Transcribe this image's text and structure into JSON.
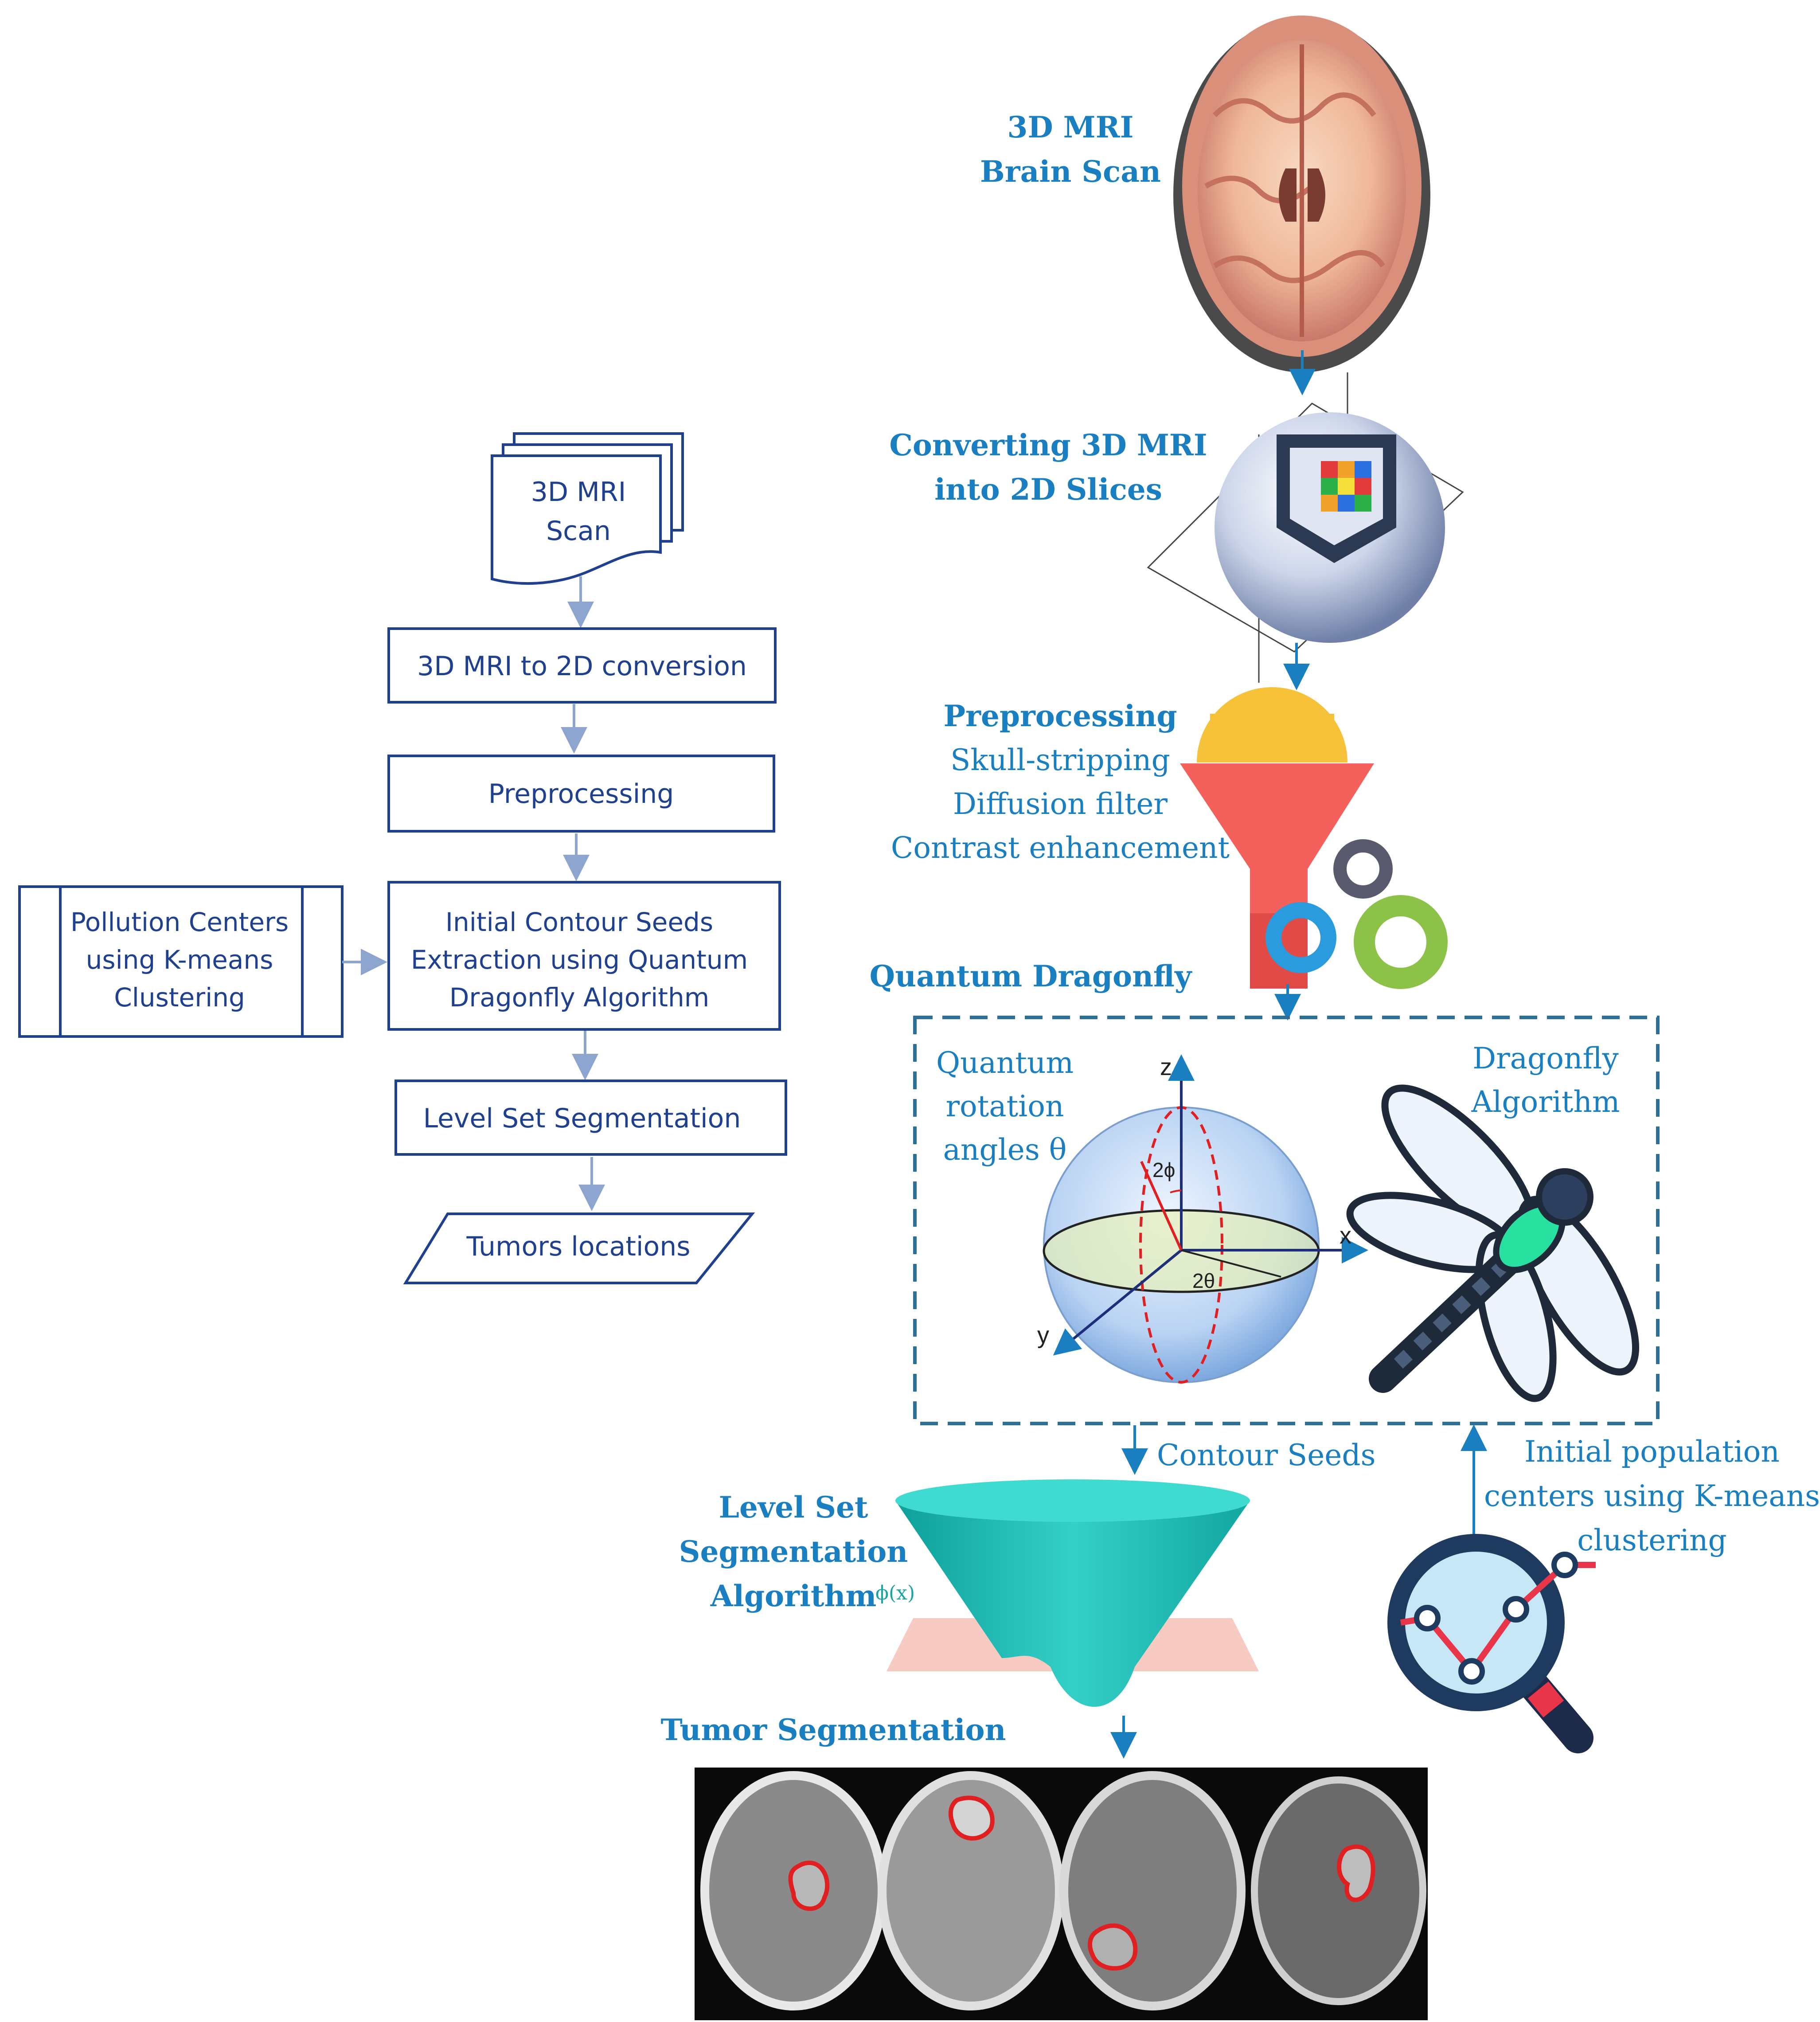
{
  "flowchart": {
    "scan_doc": [
      "3D MRI",
      "Scan"
    ],
    "conversion": "3D MRI to 2D conversion",
    "preprocessing": "Preprocessing",
    "initial_contour": [
      "Initial Contour Seeds",
      "Extraction using Quantum",
      "Dragonfly Algorithm"
    ],
    "pollution": [
      "Pollution Centers",
      "using K-means",
      "Clustering"
    ],
    "level_set": "Level Set Segmentation",
    "tumors": "Tumors locations"
  },
  "pipeline": {
    "brain_scan": [
      "3D MRI",
      "Brain Scan"
    ],
    "converting": [
      "Converting 3D MRI",
      "into 2D Slices"
    ],
    "preprocessing_title": "Preprocessing",
    "preprocessing_steps": [
      "Skull-stripping",
      "Diffusion filter",
      "Contrast enhancement"
    ],
    "qd_title": "Quantum Dragonfly",
    "quantum_rotation": [
      "Quantum",
      "rotation",
      "angles θ"
    ],
    "dragonfly": [
      "Dragonfly",
      "Algorithm"
    ],
    "axis_z": "z",
    "axis_x": "x",
    "axis_y": "y",
    "angle_phi": "2ϕ",
    "angle_theta": "2θ",
    "contour_seeds": "Contour Seeds",
    "initial_population": [
      "Initial population",
      "centers using K-means",
      "clustering"
    ],
    "level_set": [
      "Level Set",
      "Segmentation",
      "Algorithm"
    ],
    "phi_x": "ϕ(x)",
    "tumor_seg": "Tumor Segmentation"
  },
  "colors": {
    "flow_blue": "#1f3f8f",
    "flow_arrow": "#8ea6cf",
    "pipeline_blue": "#1a7fc0",
    "dashed_box": "#2e6f96",
    "tumor_outline": "#e02020"
  }
}
